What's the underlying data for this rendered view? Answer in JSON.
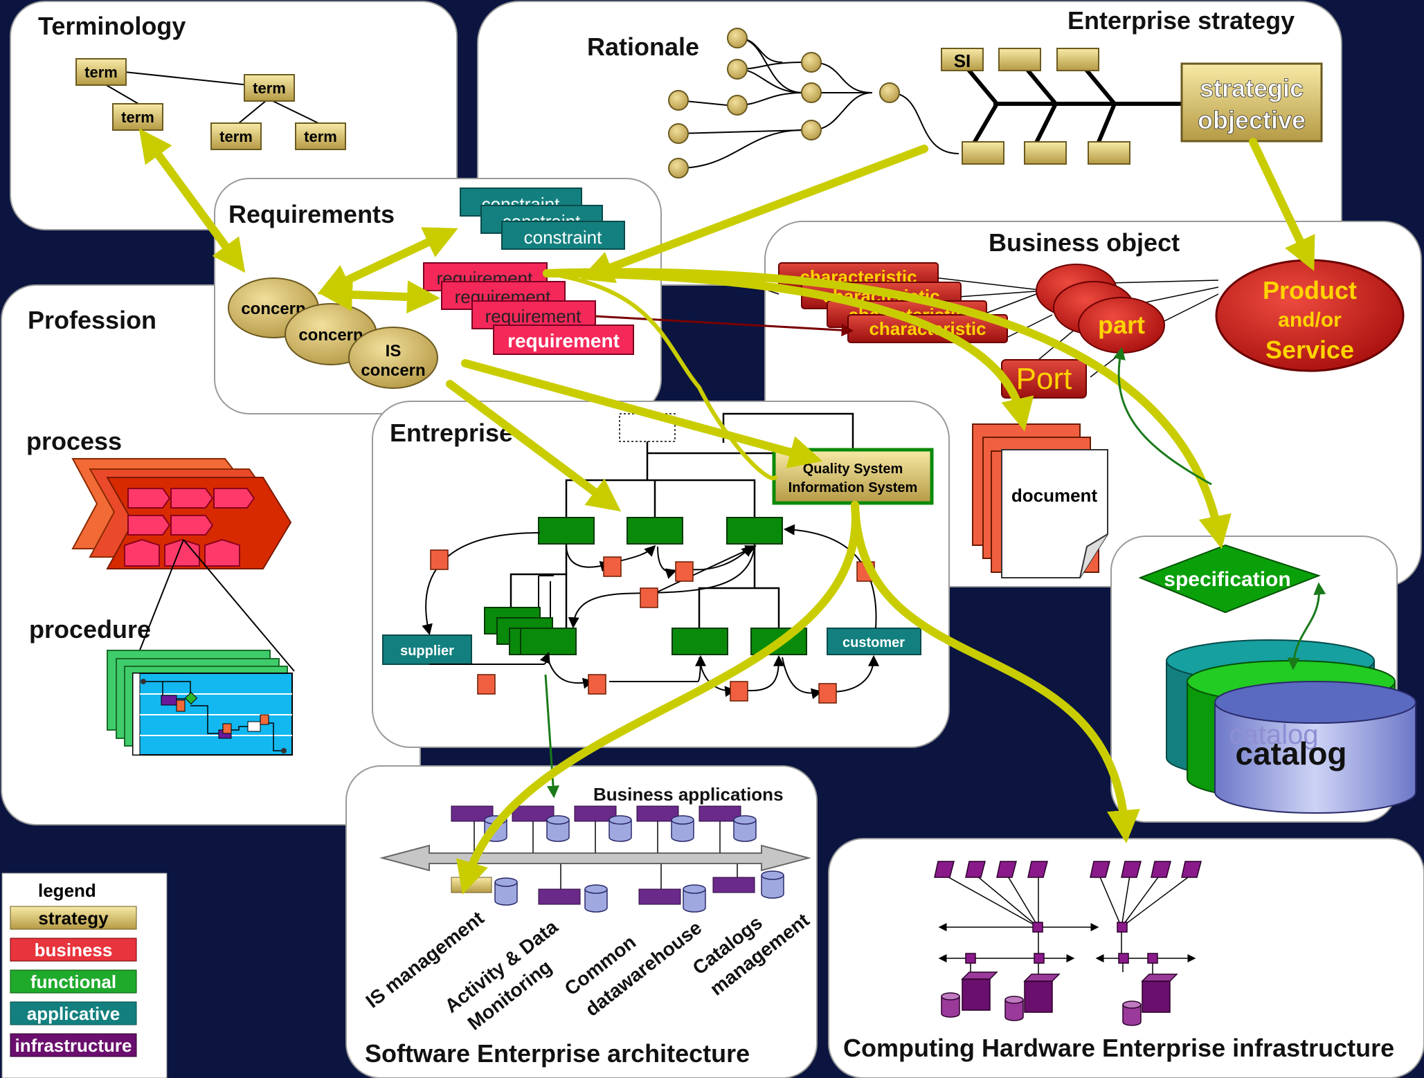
{
  "colors": {
    "background": "#0b1540",
    "strategy": "#d8c46a",
    "business": "#e8343c",
    "functional": "#1faa2c",
    "applicative": "#13807f",
    "infrastructure": "#6a0f6d",
    "arrow": "#c9cd00"
  },
  "panels": {
    "terminology": {
      "title": "Terminology",
      "term": "term"
    },
    "rationale": {
      "title": "Rationale"
    },
    "enterprise_strategy": {
      "title": "Enterprise strategy",
      "si": "SI",
      "objective_line1": "strategic",
      "objective_line2": "objective"
    },
    "requirements": {
      "title": "Requirements",
      "constraint": "constraint",
      "requirement": "requirement",
      "concern": "concern",
      "is_concern_line1": "IS",
      "is_concern_line2": "concern"
    },
    "business_object": {
      "title": "Business object",
      "characteristic": "characteristic",
      "part": "part",
      "port": "Port",
      "product_line1": "Product",
      "product_line2": "and/or",
      "product_line3": "Service",
      "document": "document"
    },
    "profession": {
      "title": "Profession",
      "process": "process",
      "procedure": "procedure"
    },
    "entreprise": {
      "title": "Entreprise",
      "qs_line1": "Quality System",
      "qs_line2": "Information System",
      "supplier": "supplier",
      "customer": "customer"
    },
    "catalog_panel": {
      "specification": "specification",
      "catalog": "catalog",
      "catalog_shadow": "catalog"
    },
    "software": {
      "title": "Software Enterprise architecture",
      "subtitle": "Business applications",
      "apps": [
        "IS management",
        "Activity & Data",
        "Monitoring",
        "Common",
        "datawarehouse",
        "Catalogs",
        "management"
      ]
    },
    "hardware": {
      "title": "Computing Hardware Enterprise infrastructure"
    }
  },
  "legend": {
    "title": "legend",
    "items": [
      {
        "label": "strategy",
        "color": "#d8c46a"
      },
      {
        "label": "business",
        "color": "#e8343c"
      },
      {
        "label": "functional",
        "color": "#1faa2c"
      },
      {
        "label": "applicative",
        "color": "#13807f"
      },
      {
        "label": "infrastructure",
        "color": "#6a0f6d"
      }
    ]
  }
}
